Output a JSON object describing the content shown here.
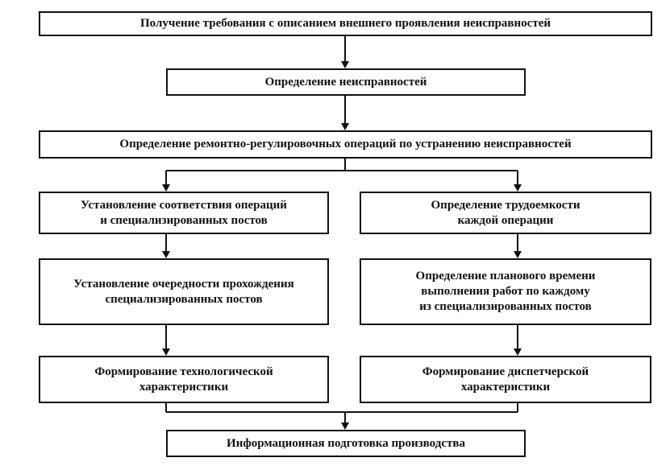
{
  "nodes": {
    "receive": "Получение требования с описанием внешнего проявления неисправностей",
    "define_faults": "Определение неисправностей",
    "define_ops": "Определение ремонтно-регулировочных операций по устранению неисправностей",
    "match_ops": "Установление соответствия операций\nи специализированных постов",
    "labor": "Определение трудоемкости\nкаждой операции",
    "sequence": "Установление очередности прохождения\nспециализированных постов",
    "planned_time": "Определение планового времени\nвыполнения работ по каждому\nиз специализированных постов",
    "tech_char": "Формирование технологической\nхарактеристики",
    "dispatch_char": "Формирование диспетчерской\nхарактеристики",
    "info_prep": "Информационная подготовка производства"
  }
}
